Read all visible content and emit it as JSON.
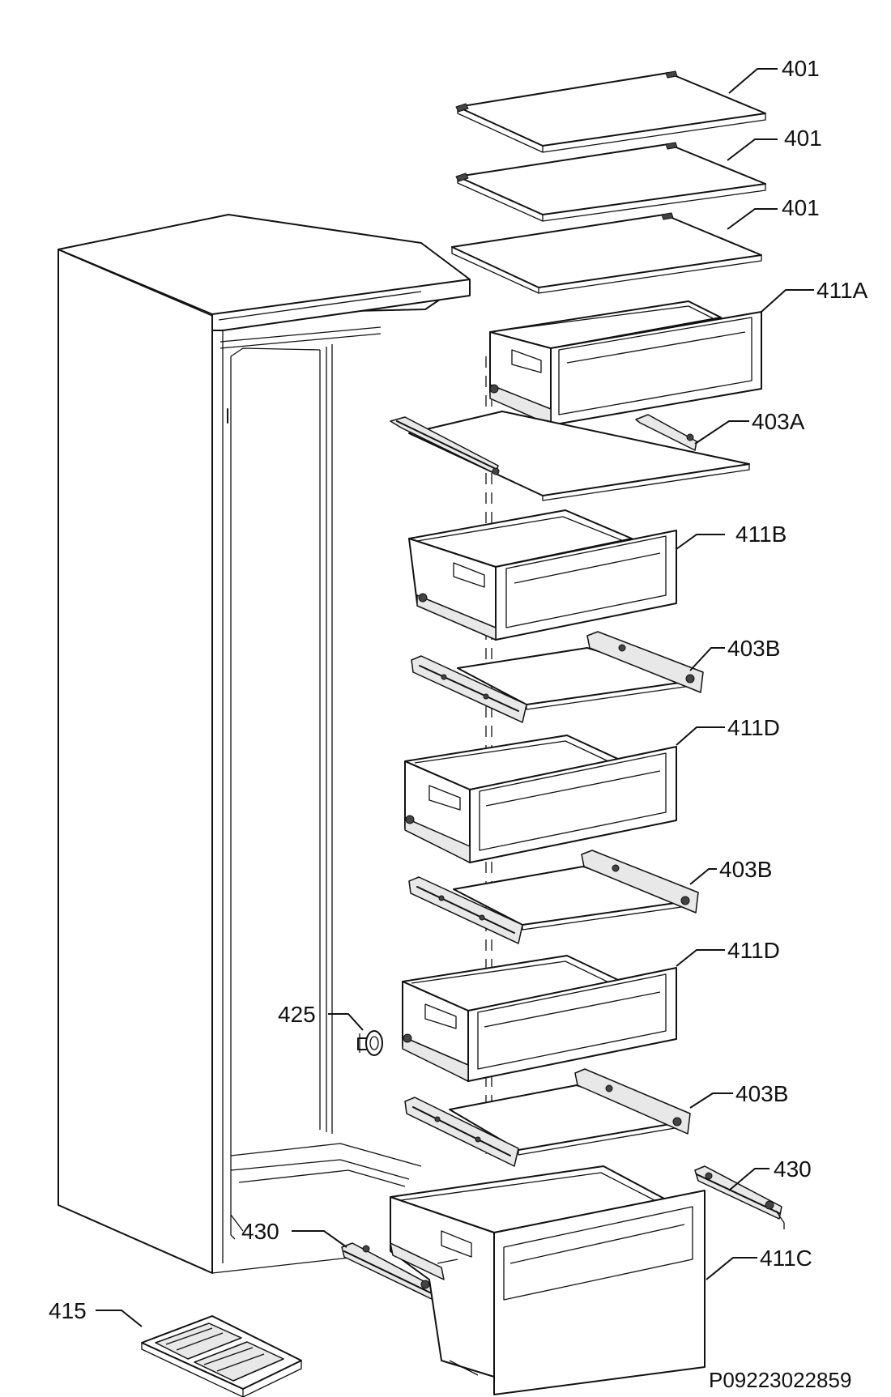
{
  "callouts": {
    "shelf_1": "401",
    "shelf_2": "401",
    "shelf_3": "401",
    "drawer_a": "411A",
    "cover_a": "403A",
    "drawer_b": "411B",
    "cover_b1": "403B",
    "drawer_d1": "411D",
    "cover_b2": "403B",
    "drawer_d2": "411D",
    "cover_b3": "403B",
    "knob": "425",
    "rail_right": "430",
    "rail_left": "430",
    "drawer_c": "411C",
    "plate": "415"
  },
  "drawing_code": "P09223022859"
}
